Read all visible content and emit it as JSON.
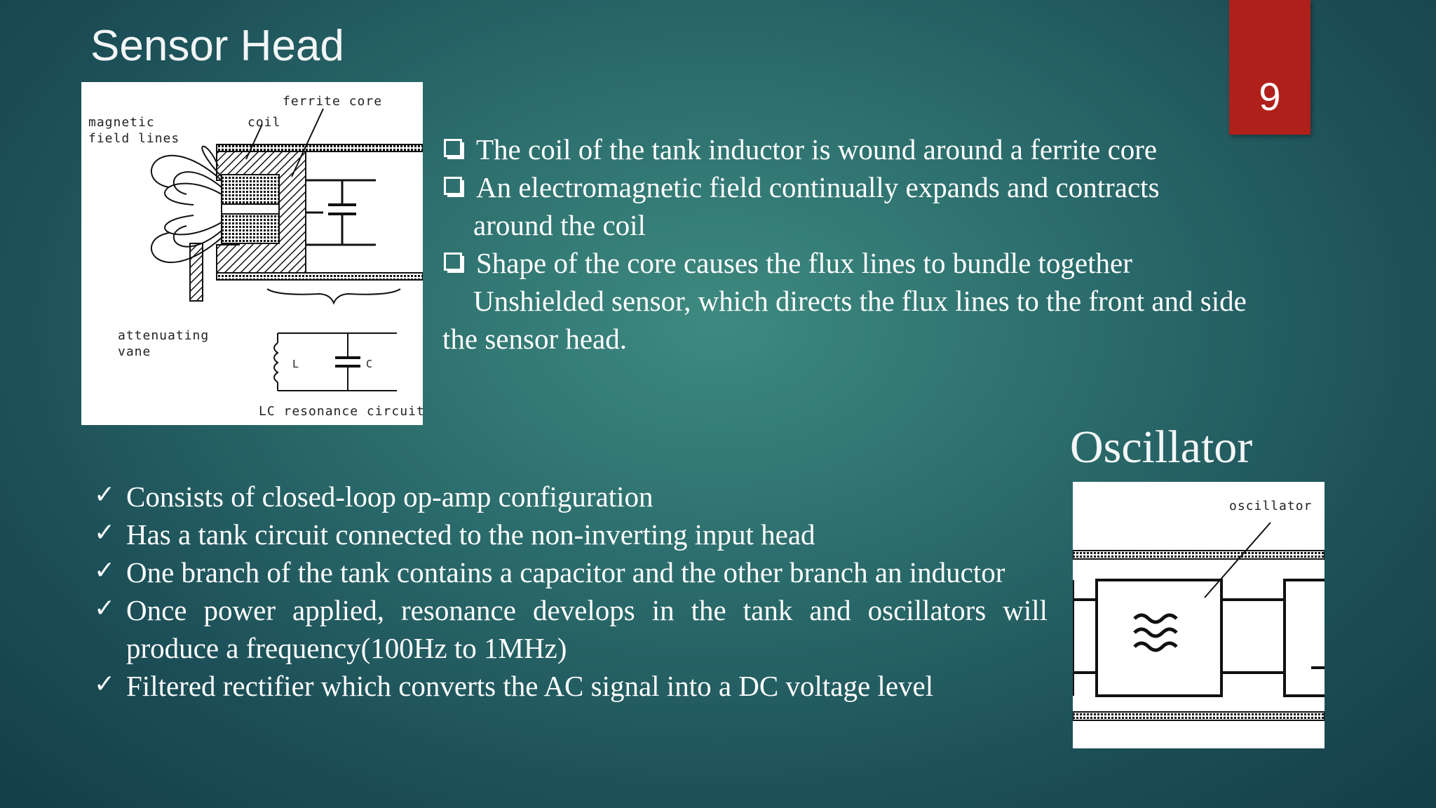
{
  "slide": {
    "title": "Sensor Head",
    "page_number": "9",
    "accent_color": "#b0201b"
  },
  "sensor_figure": {
    "labels": {
      "ferrite_core": "ferrite core",
      "coil": "coil",
      "magnetic": "magnetic",
      "field_lines": "field lines",
      "attenuating": "attenuating",
      "vane": "vane",
      "l": "L",
      "c": "C",
      "lc_circuit": "LC resonance circuit"
    }
  },
  "sensor_bullets": {
    "item1": "The coil of the tank inductor is wound around a ferrite core",
    "item2_line1": "An electromagnetic field continually expands and contracts",
    "item2_line2": "around the coil",
    "item3": "Shape of the core causes the flux lines to bundle together",
    "para": "Unshielded sensor, which directs the flux lines to the front and side the sensor head."
  },
  "oscillator": {
    "title": "Oscillator",
    "figure_label": "oscillator",
    "check_icon": "check-icon",
    "bullets": [
      "Consists of closed-loop op-amp configuration",
      "Has a tank circuit connected to the non-inverting input head",
      "One branch of the tank contains a capacitor and the other branch an inductor",
      "Once power applied, resonance develops in the tank and oscillators will produce a frequency(100Hz to 1MHz)",
      "Filtered rectifier which converts the AC signal into a DC voltage level"
    ]
  }
}
